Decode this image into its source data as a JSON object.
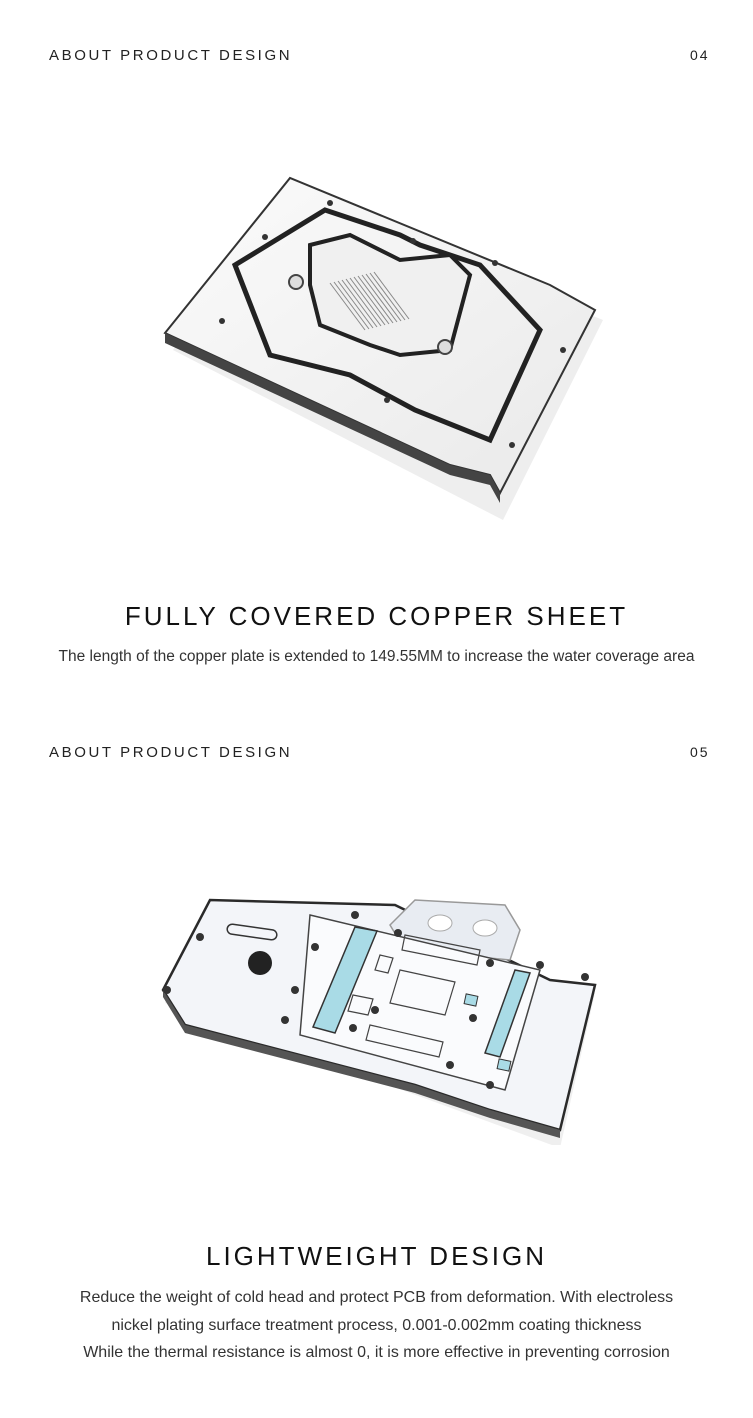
{
  "section1": {
    "label": "ABOUT PRODUCT DESIGN",
    "number": "04",
    "heading": "FULLY COVERED COPPER SHEET",
    "description": "The length of the copper plate is extended to 149.55MM to increase the water coverage area"
  },
  "section2": {
    "label": "ABOUT PRODUCT DESIGN",
    "number": "05",
    "heading": "LIGHTWEIGHT DESIGN",
    "description_lines": [
      "Reduce the weight of cold head and protect PCB from deformation. With electroless",
      "nickel plating surface treatment process, 0.001-0.002mm coating thickness",
      "While the thermal resistance is almost 0, it is more effective in preventing corrosion"
    ]
  },
  "colors": {
    "thermal_pad": "#a9dbe6",
    "metal_plate": "#f4f4f4",
    "acrylic_edge": "#2a2a2a"
  }
}
